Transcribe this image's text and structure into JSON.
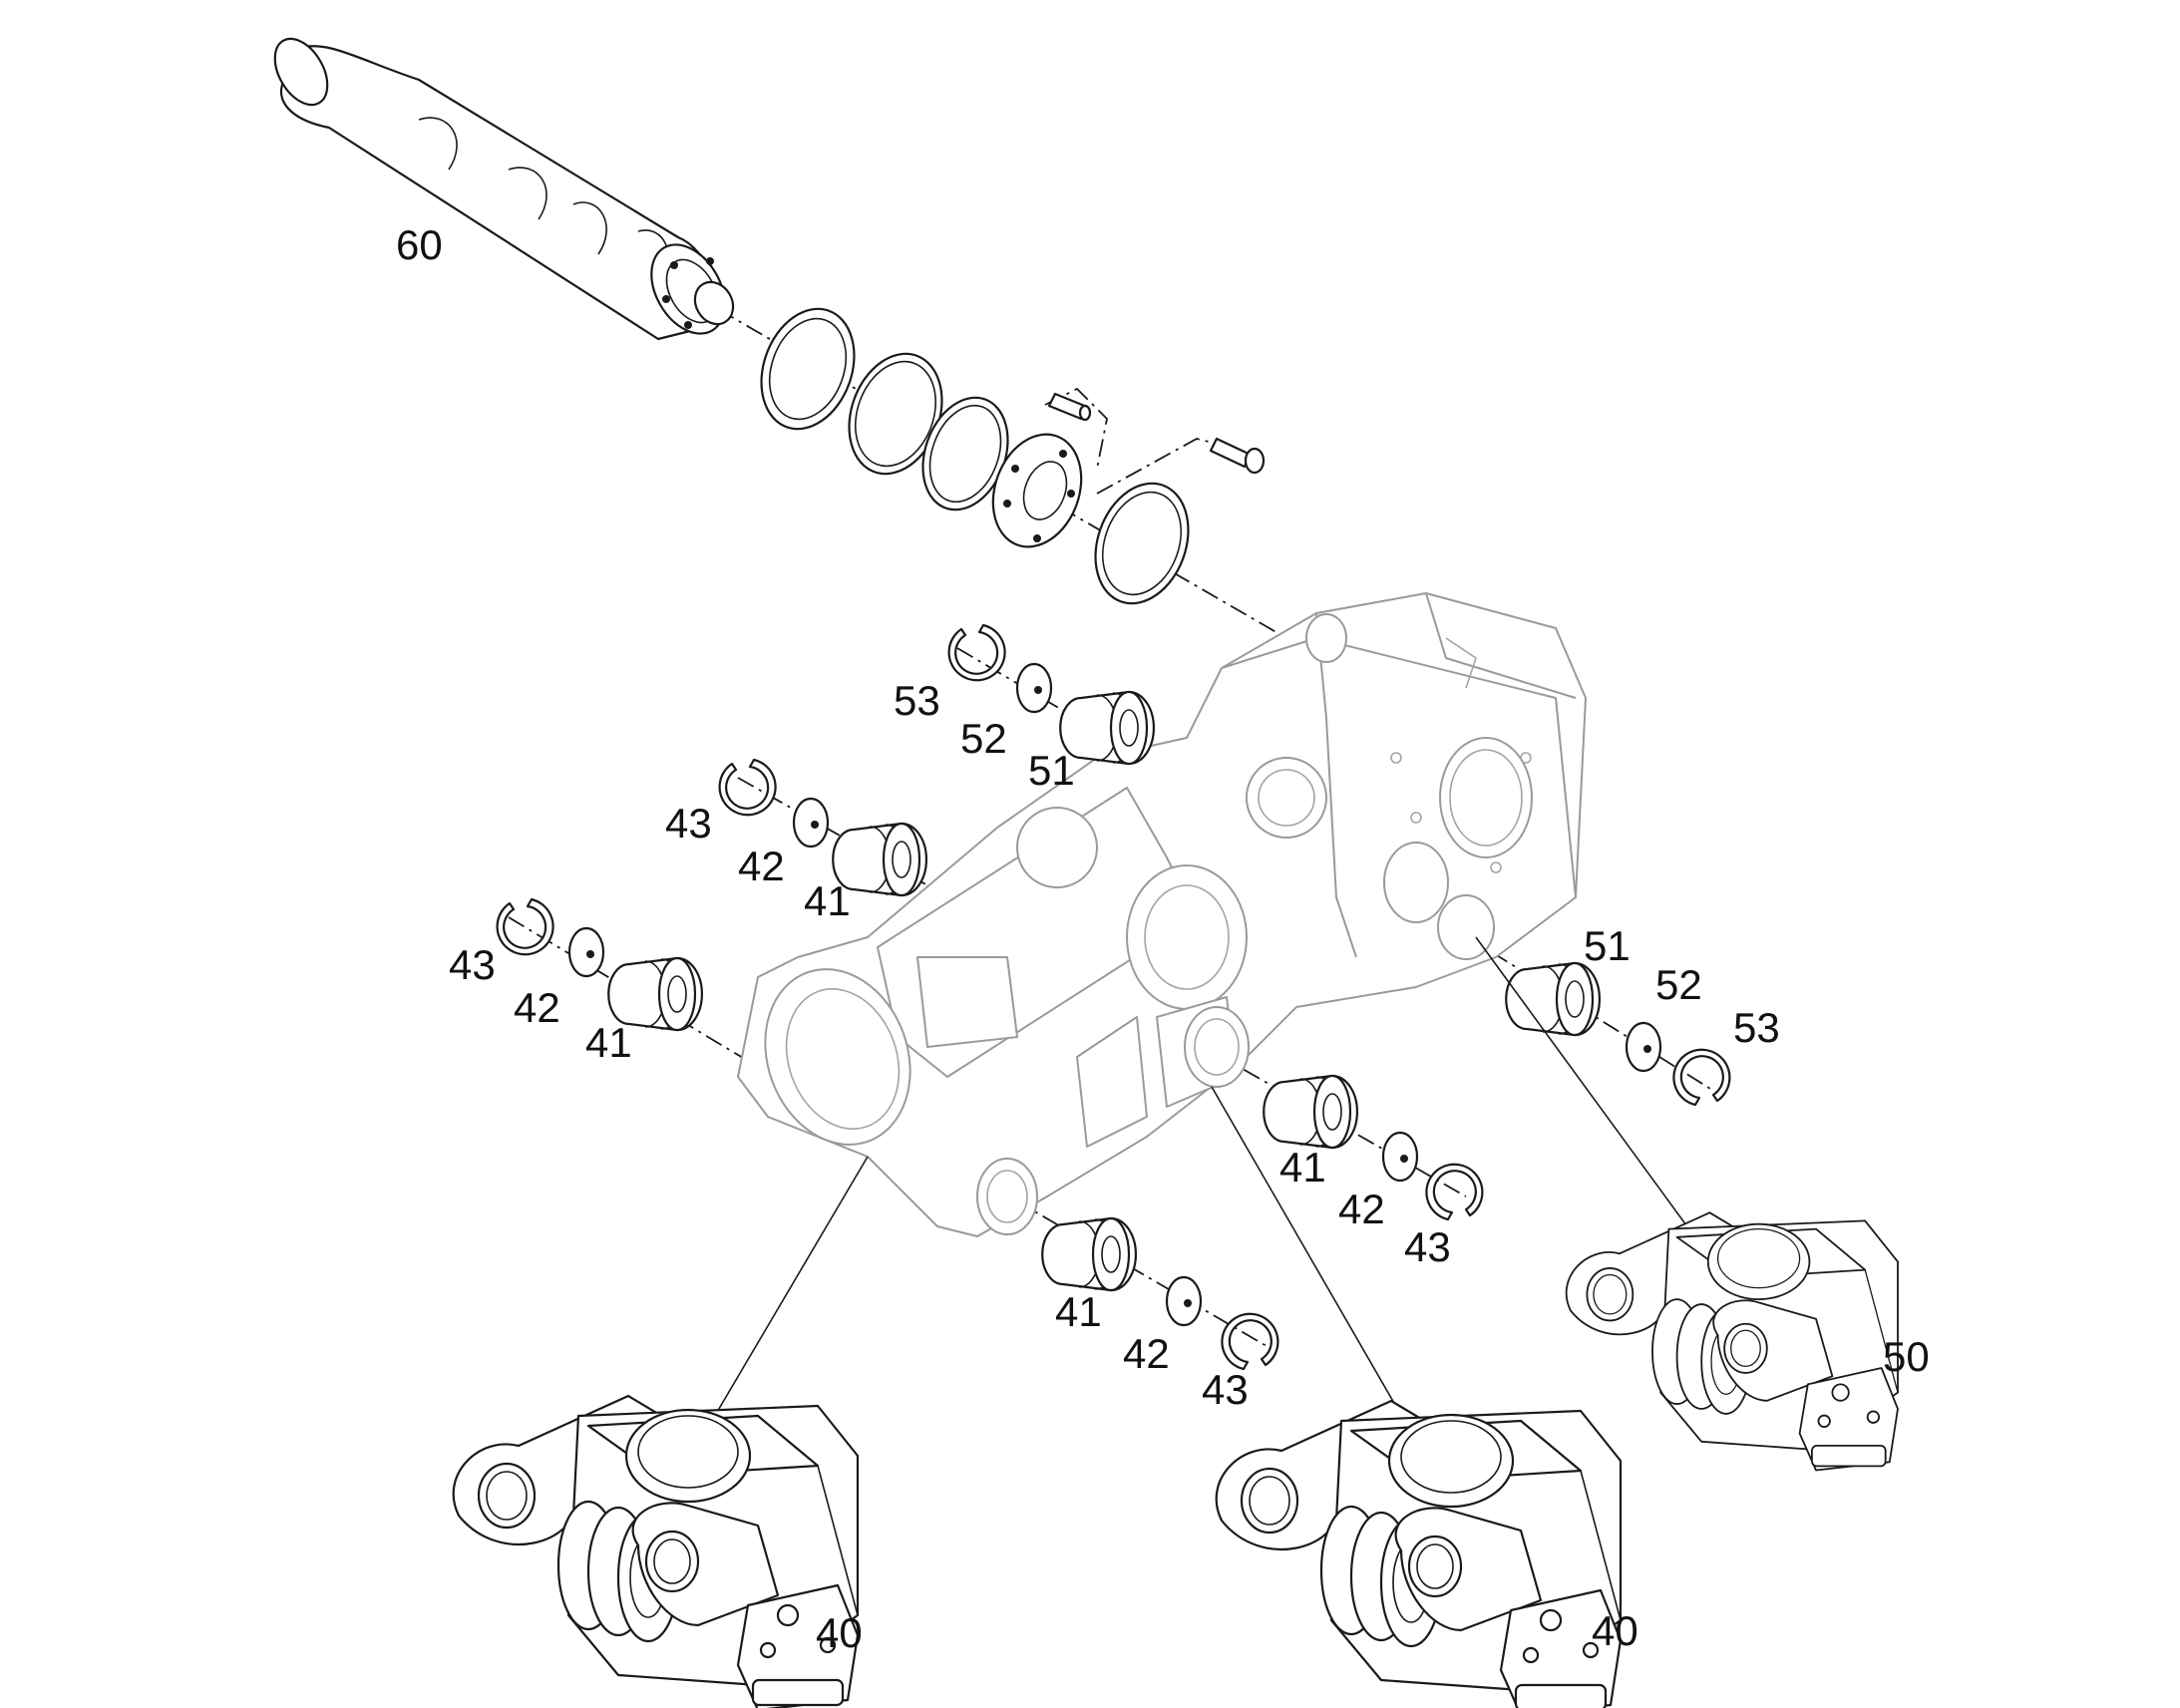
{
  "callouts": [
    {
      "id": "p60",
      "label": "60"
    },
    {
      "id": "p53a",
      "label": "53"
    },
    {
      "id": "p52a",
      "label": "52"
    },
    {
      "id": "p51a",
      "label": "51"
    },
    {
      "id": "p43a",
      "label": "43"
    },
    {
      "id": "p42a",
      "label": "42"
    },
    {
      "id": "p41a",
      "label": "41"
    },
    {
      "id": "p43b",
      "label": "43"
    },
    {
      "id": "p42b",
      "label": "42"
    },
    {
      "id": "p41b",
      "label": "41"
    },
    {
      "id": "p51b",
      "label": "51"
    },
    {
      "id": "p52b",
      "label": "52"
    },
    {
      "id": "p53b",
      "label": "53"
    },
    {
      "id": "p41c",
      "label": "41"
    },
    {
      "id": "p42c",
      "label": "42"
    },
    {
      "id": "p43c",
      "label": "43"
    },
    {
      "id": "p41d",
      "label": "41"
    },
    {
      "id": "p42d",
      "label": "42"
    },
    {
      "id": "p43d",
      "label": "43"
    },
    {
      "id": "p50",
      "label": "50"
    },
    {
      "id": "p40a",
      "label": "40"
    },
    {
      "id": "p40b",
      "label": "40"
    }
  ]
}
